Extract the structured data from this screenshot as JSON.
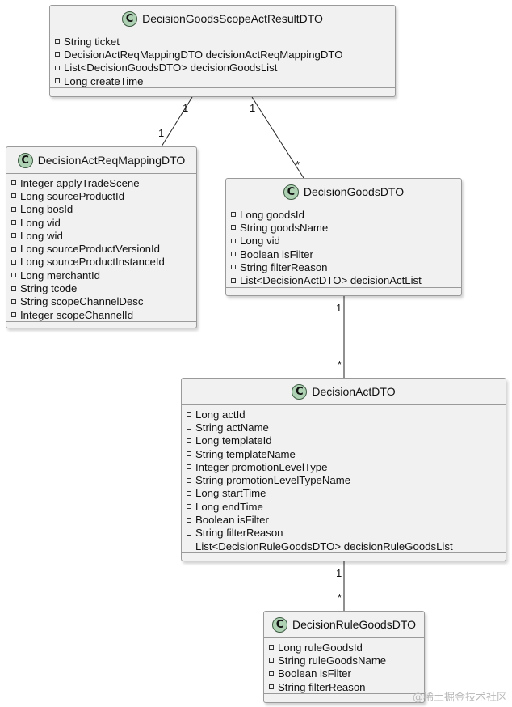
{
  "classes": [
    {
      "name": "DecisionGoodsScopeActResultDTO",
      "icon": "class-c-icon",
      "fields": [
        "String ticket",
        "DecisionActReqMappingDTO decisionActReqMappingDTO",
        "List<DecisionGoodsDTO> decisionGoodsList",
        "Long createTime"
      ]
    },
    {
      "name": "DecisionActReqMappingDTO",
      "icon": "class-c-icon",
      "fields": [
        "Integer applyTradeScene",
        "Long sourceProductId",
        "Long bosId",
        "Long vid",
        "Long wid",
        "Long sourceProductVersionId",
        "Long sourceProductInstanceId",
        "Long merchantId",
        "String tcode",
        "String scopeChannelDesc",
        "Integer scopeChannelId"
      ]
    },
    {
      "name": "DecisionGoodsDTO",
      "icon": "class-c-icon",
      "fields": [
        "Long goodsId",
        "String goodsName",
        "Long vid",
        "Boolean isFilter",
        "String filterReason",
        "List<DecisionActDTO> decisionActList"
      ]
    },
    {
      "name": "DecisionActDTO",
      "icon": "class-c-icon",
      "fields": [
        "Long actId",
        "String actName",
        "Long templateId",
        "String templateName",
        "Integer promotionLevelType",
        "String promotionLevelTypeName",
        "Long startTime",
        "Long endTime",
        "Boolean isFilter",
        "String filterReason",
        "List<DecisionRuleGoodsDTO> decisionRuleGoodsList"
      ]
    },
    {
      "name": "DecisionRuleGoodsDTO",
      "icon": "class-c-icon",
      "fields": [
        "Long ruleGoodsId",
        "String ruleGoodsName",
        "Boolean isFilter",
        "String filterReason"
      ]
    }
  ],
  "relations": [
    {
      "from": "DecisionGoodsScopeActResultDTO",
      "to": "DecisionActReqMappingDTO",
      "from_mult": "1",
      "to_mult": "1"
    },
    {
      "from": "DecisionGoodsScopeActResultDTO",
      "to": "DecisionGoodsDTO",
      "from_mult": "1",
      "to_mult": "*"
    },
    {
      "from": "DecisionGoodsDTO",
      "to": "DecisionActDTO",
      "from_mult": "1",
      "to_mult": "*"
    },
    {
      "from": "DecisionActDTO",
      "to": "DecisionRuleGoodsDTO",
      "from_mult": "1",
      "to_mult": "*"
    }
  ],
  "watermark": "@稀土掘金技术社区"
}
